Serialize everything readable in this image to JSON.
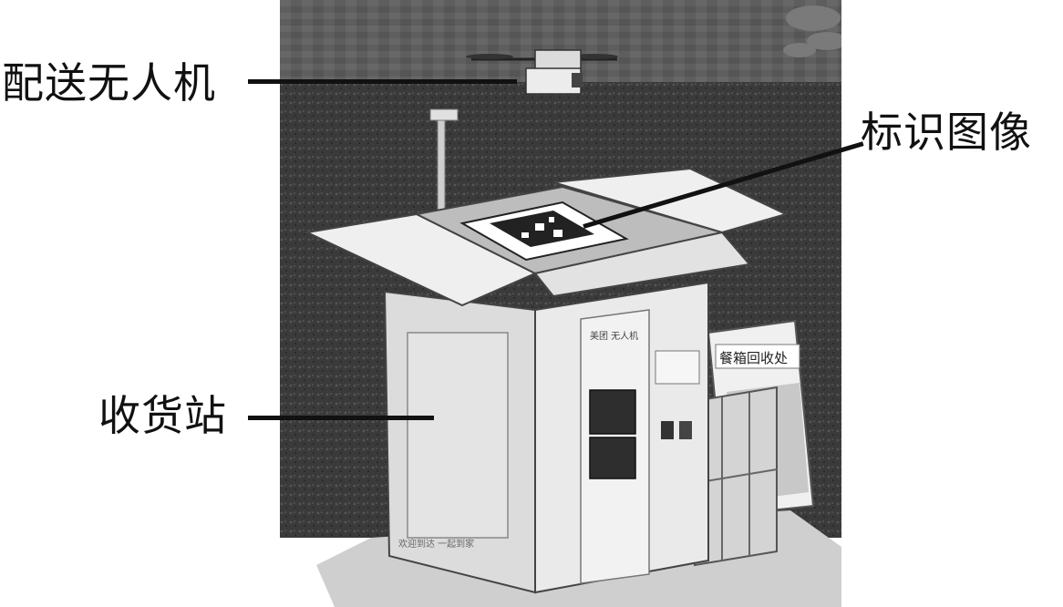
{
  "labels": {
    "drone": "配送无人机",
    "marker": "标识图像",
    "station": "收货站"
  },
  "scene": {
    "machine_brand": "美团 无人机",
    "recycle_sign": "餐箱回收处",
    "slogan": "欢迎到达 一起到家"
  },
  "colors": {
    "ink": "#111111",
    "grass": "#3a3a3a",
    "wall": "#5a5a5a",
    "machine": "#e6e6e6",
    "shadow": "#b9b9b9"
  }
}
